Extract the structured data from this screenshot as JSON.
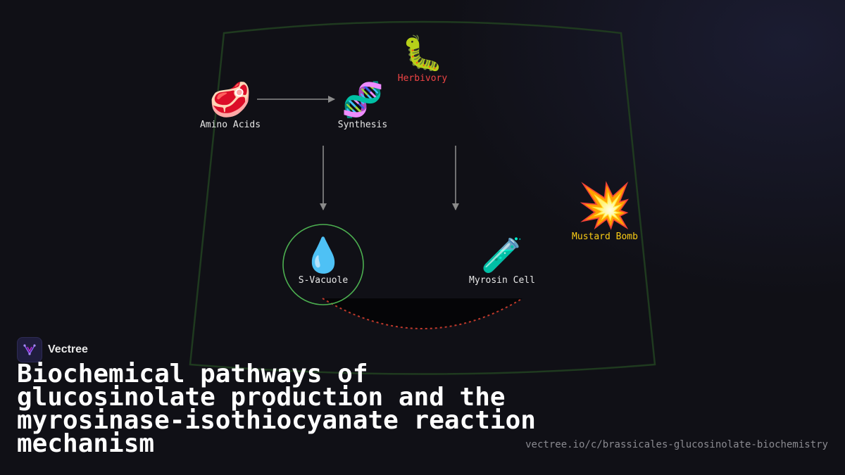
{
  "diagram": {
    "nodes": {
      "amino_acids": {
        "icon": "meat-icon",
        "glyph": "🥩",
        "label": "Amino Acids"
      },
      "synthesis": {
        "icon": "dna-icon",
        "glyph": "🧬",
        "label": "Synthesis"
      },
      "herbivory": {
        "icon": "caterpillar-icon",
        "glyph": "🐛",
        "label": "Herbivory"
      },
      "mustard_bomb": {
        "icon": "explosion-icon",
        "glyph": "💥",
        "label": "Mustard Bomb"
      },
      "s_vacuole": {
        "icon": "droplet-icon",
        "glyph": "💧",
        "label": "S-Vacuole"
      },
      "myrosin_cell": {
        "icon": "test-tube-icon",
        "glyph": "🧪",
        "label": "Myrosin Cell"
      }
    },
    "colors": {
      "outline": "#1f3a1f",
      "vacuole_ring": "#4caf50",
      "reaction_arc": "#c0392b",
      "arrow": "#8a8a8a",
      "herbivory_label": "#ef4444",
      "mustard_label": "#facc15"
    }
  },
  "brand": {
    "name": "Vectree",
    "icon": "vectree-logo-icon"
  },
  "title": "Biochemical pathways of glucosinolate production and the myrosinase-isothiocyanate reaction mechanism",
  "url": "vectree.io/c/brassicales-glucosinolate-biochemistry"
}
